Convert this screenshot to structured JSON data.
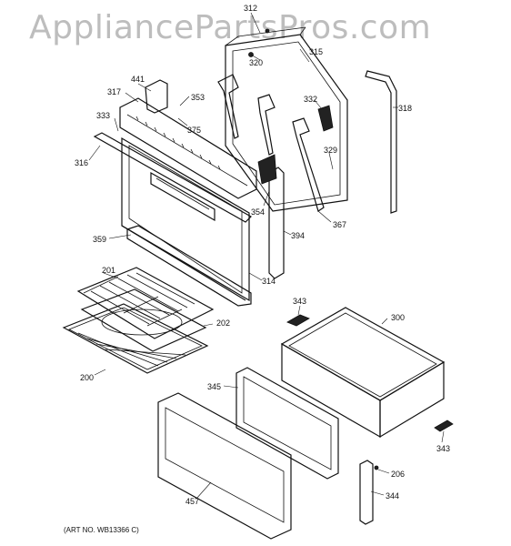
{
  "watermark": "AppliancePartsPros.com",
  "art_number": "(ART NO. WB13366 C)",
  "parts": [
    {
      "id": "312"
    },
    {
      "id": "315"
    },
    {
      "id": "320"
    },
    {
      "id": "318"
    },
    {
      "id": "441"
    },
    {
      "id": "317"
    },
    {
      "id": "353"
    },
    {
      "id": "375"
    },
    {
      "id": "333"
    },
    {
      "id": "332"
    },
    {
      "id": "316"
    },
    {
      "id": "329"
    },
    {
      "id": "354"
    },
    {
      "id": "367"
    },
    {
      "id": "394"
    },
    {
      "id": "359"
    },
    {
      "id": "314"
    },
    {
      "id": "201"
    },
    {
      "id": "343"
    },
    {
      "id": "300"
    },
    {
      "id": "202"
    },
    {
      "id": "200"
    },
    {
      "id": "345"
    },
    {
      "id": "343b",
      "label": "343"
    },
    {
      "id": "206"
    },
    {
      "id": "457"
    },
    {
      "id": "344"
    }
  ]
}
